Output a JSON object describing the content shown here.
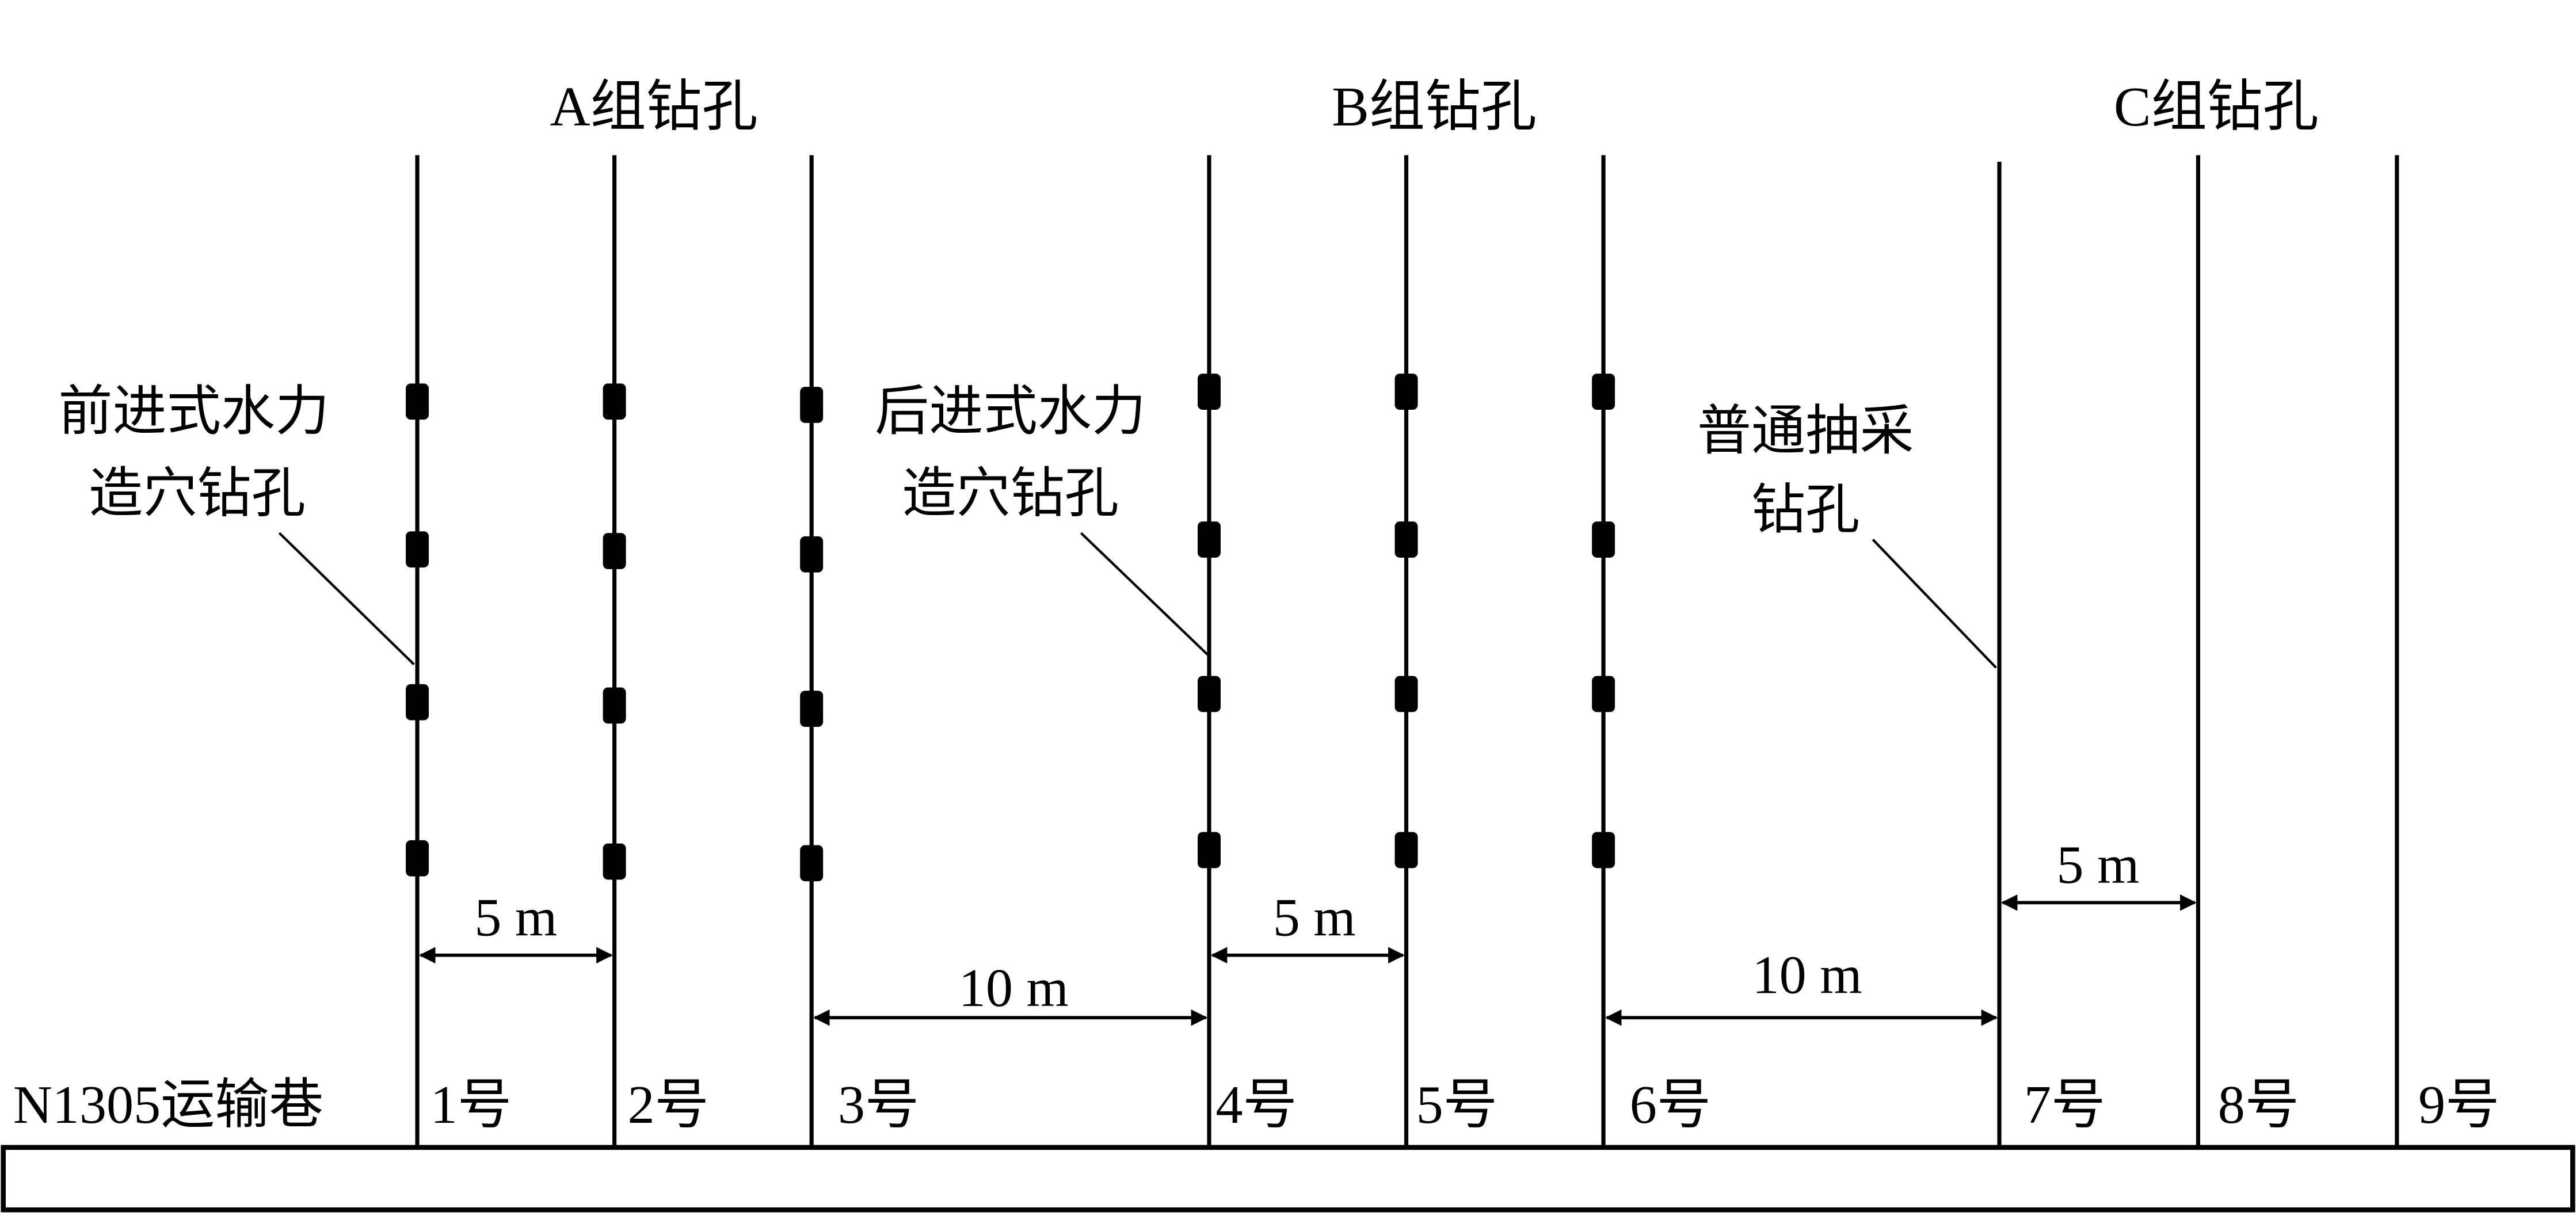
{
  "groups": {
    "a": "A组钻孔",
    "b": "B组钻孔",
    "c": "C组钻孔"
  },
  "annotations": {
    "forward": {
      "line1": "前进式水力",
      "line2": "造穴钻孔"
    },
    "backward": {
      "line1": "后进式水力",
      "line2": "造穴钻孔"
    },
    "normal": {
      "line1": "普通抽采",
      "line2": "钻孔"
    }
  },
  "dimensions": {
    "d12": "5 m",
    "d34": "10 m",
    "d45": "5 m",
    "d67": "10 m",
    "d78": "5 m"
  },
  "roadway": "N1305运输巷",
  "boreholes": [
    "1号",
    "2号",
    "3号",
    "4号",
    "5号",
    "6号",
    "7号",
    "8号",
    "9号"
  ],
  "colors": {
    "stroke": "#000000",
    "background": "#ffffff"
  }
}
